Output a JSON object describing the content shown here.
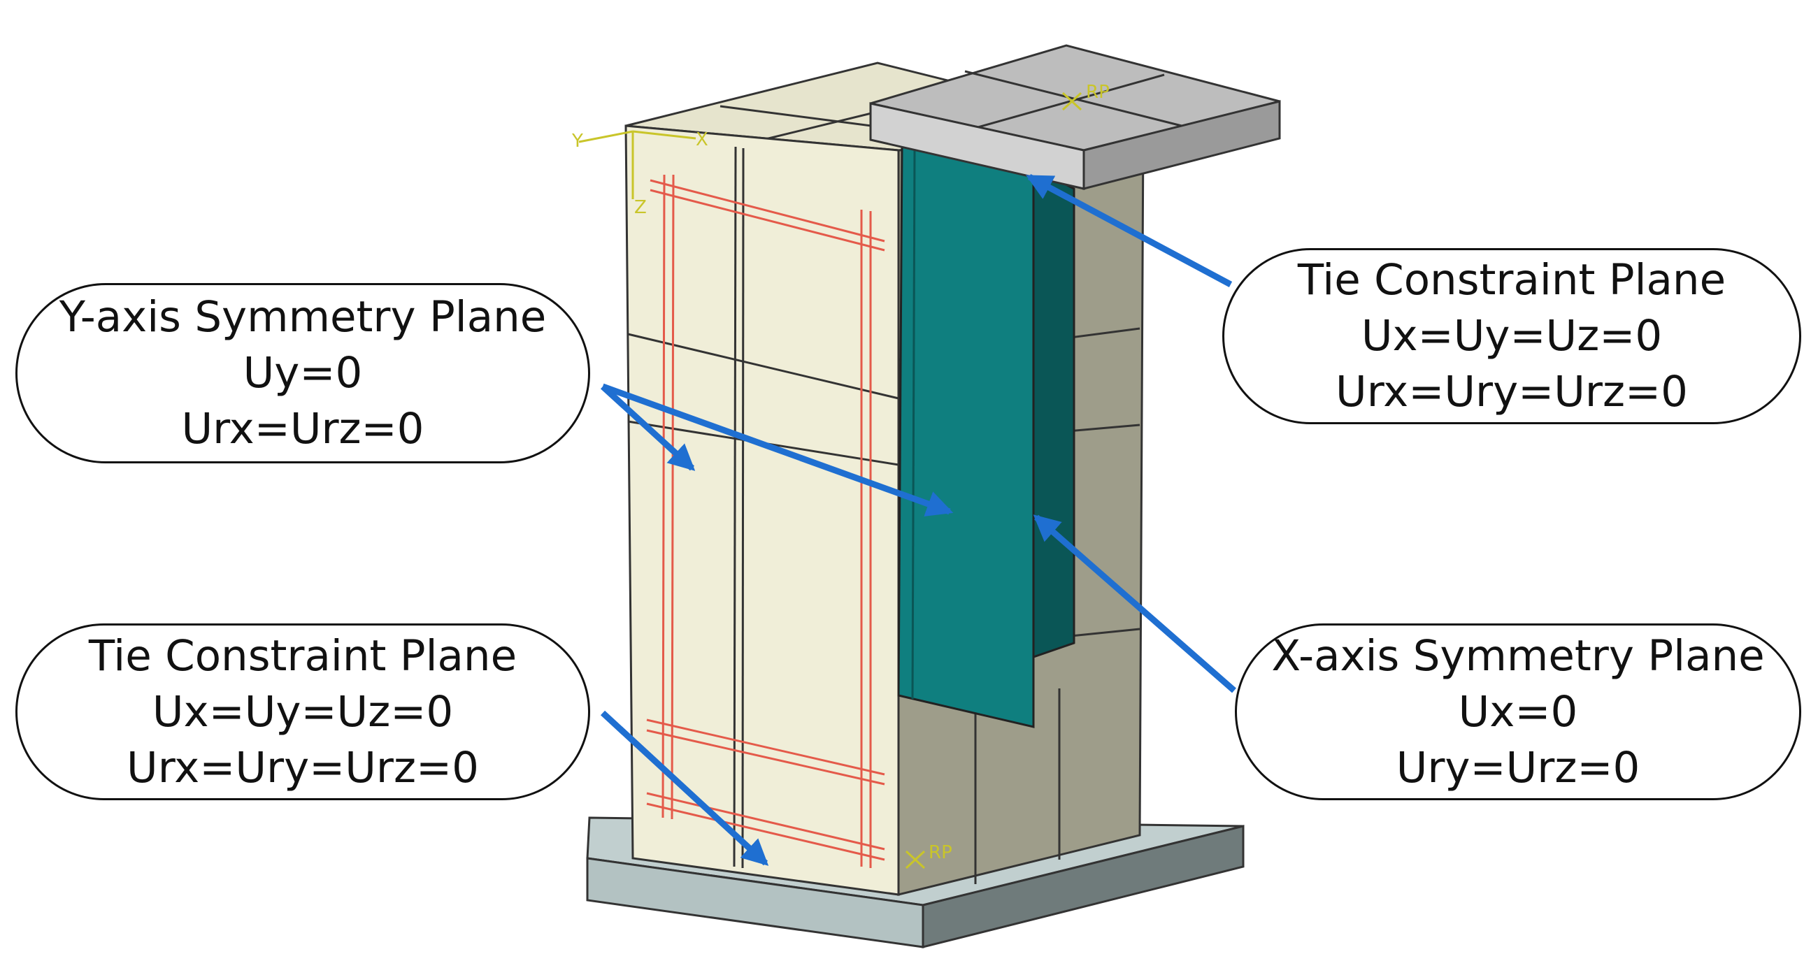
{
  "model": {
    "colors": {
      "concrete_front": "#f0eed8",
      "concrete_top": "#e6e4cd",
      "concrete_side": "#9e9d8a",
      "plate": "#0f7f7f",
      "plate_dark": "#0a5656",
      "base_top": "#c1cfcf",
      "loading_plate": "#bdbdbd",
      "rebar": "#e45a4a",
      "arrow": "#1f6fd1",
      "axis": "#c9c52a"
    },
    "axes": {
      "y": "Y",
      "x": "X",
      "z": "Z"
    },
    "rp_top": "RP",
    "rp_bottom": "RP"
  },
  "callouts": {
    "y_sym": {
      "title": "Y-axis Symmetry Plane",
      "line1": "Uy=0",
      "line2": "Urx=Urz=0"
    },
    "tie_bottom": {
      "title": "Tie Constraint Plane",
      "line1": "Ux=Uy=Uz=0",
      "line2": "Urx=Ury=Urz=0"
    },
    "tie_top": {
      "title": "Tie Constraint Plane",
      "line1": "Ux=Uy=Uz=0",
      "line2": "Urx=Ury=Urz=0"
    },
    "x_sym": {
      "title": "X-axis Symmetry Plane",
      "line1": "Ux=0",
      "line2": "Ury=Urz=0"
    }
  }
}
